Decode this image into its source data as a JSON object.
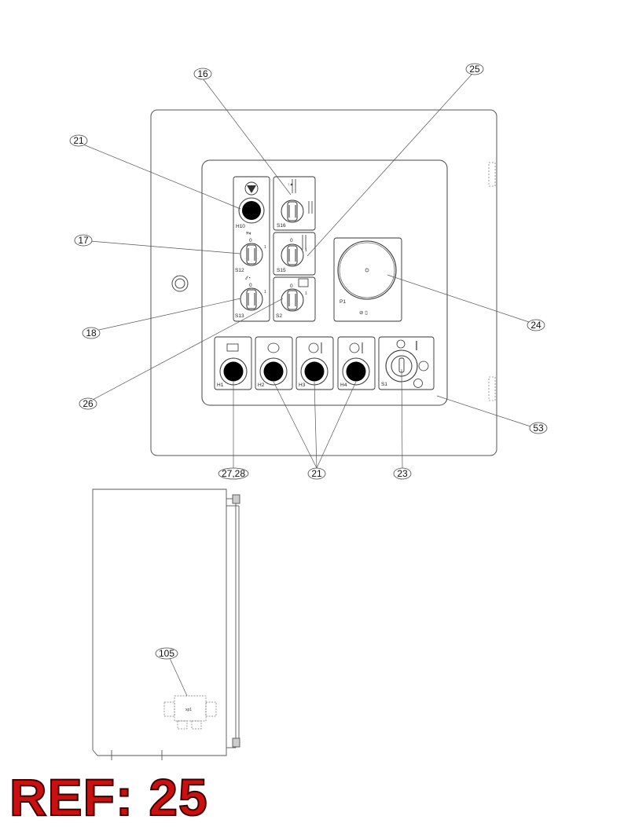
{
  "callouts": {
    "c16": "16",
    "c25": "25",
    "c21a": "21",
    "c17": "17",
    "c18": "18",
    "c24": "24",
    "c26": "26",
    "c53": "53",
    "c2728": "27,28",
    "c21b": "21",
    "c23": "23",
    "c105": "105"
  },
  "panel_labels": {
    "h10": "H10",
    "s12": "S12",
    "s13": "S13",
    "s16": "S16",
    "s15": "S15",
    "s2": "S2",
    "p1": "P1",
    "h1": "H1",
    "h2": "H2",
    "h3": "H3",
    "h4": "H4",
    "s1": "S1",
    "zero": "0",
    "one": "1"
  },
  "connector_label": "xp1",
  "reference": "REF: 25"
}
